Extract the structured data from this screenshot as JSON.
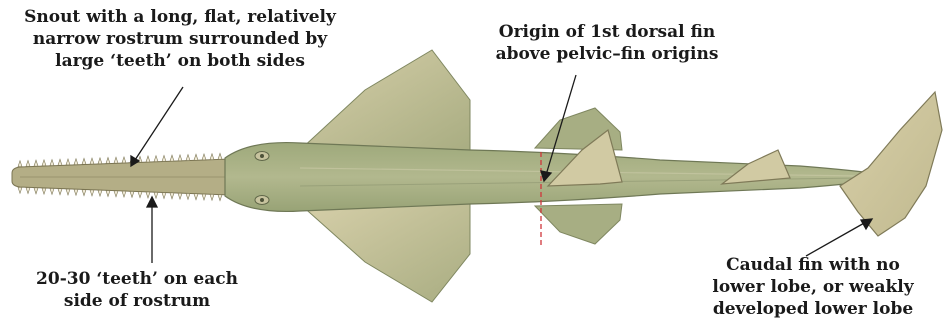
{
  "annotations": {
    "snout": {
      "lines": [
        "Snout with a long, flat, relatively",
        "narrow rostrum surrounded by",
        "large ‘teeth’ on both sides"
      ]
    },
    "dorsal": {
      "lines": [
        "Origin of 1st dorsal fin",
        "above pelvic–fin origins"
      ]
    },
    "teeth": {
      "lines": [
        "20-30 ‘teeth’ on each",
        "side of rostrum"
      ]
    },
    "caudal": {
      "lines": [
        "Caudal fin with no",
        "lower lobe, or weakly",
        "developed lower lobe"
      ]
    }
  },
  "colors": {
    "body": "#a8b087",
    "body_dark": "#8e9a6e",
    "fin": "#b9b68e",
    "fin_light": "#d2cba6",
    "rostrum": "#b4ae86",
    "tooth": "#efe9d6",
    "outline": "#6f7856",
    "dash_line": "#d0353b",
    "arrow": "#1a1a1a"
  }
}
